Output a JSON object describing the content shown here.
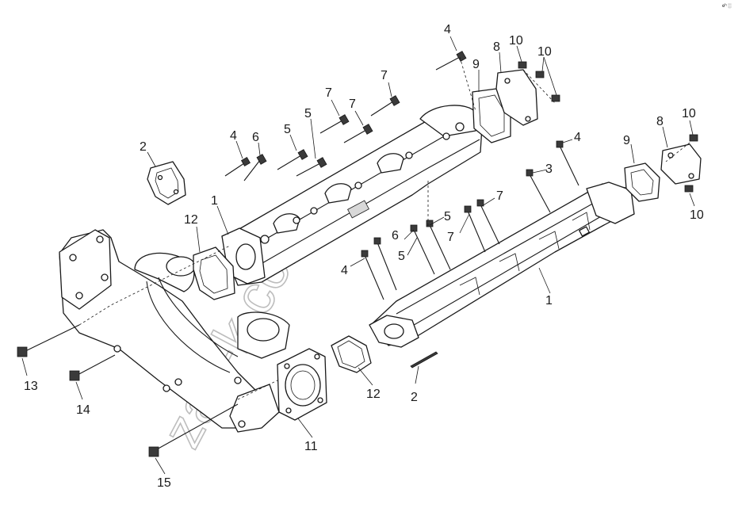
{
  "corner_mark": "eʰ ░",
  "watermark": "zap-k.com",
  "callouts": [
    {
      "id": "c-2a",
      "text": "2"
    },
    {
      "id": "c-1a",
      "text": "1"
    },
    {
      "id": "c-12a",
      "text": "12"
    },
    {
      "id": "c-4a",
      "text": "4"
    },
    {
      "id": "c-6a",
      "text": "6"
    },
    {
      "id": "c-5a",
      "text": "5"
    },
    {
      "id": "c-5b",
      "text": "5"
    },
    {
      "id": "c-7a",
      "text": "7"
    },
    {
      "id": "c-7b",
      "text": "7"
    },
    {
      "id": "c-7c",
      "text": "7"
    },
    {
      "id": "c-4b",
      "text": "4"
    },
    {
      "id": "c-9a",
      "text": "9"
    },
    {
      "id": "c-8a",
      "text": "8"
    },
    {
      "id": "c-10a",
      "text": "10"
    },
    {
      "id": "c-10b",
      "text": "10"
    },
    {
      "id": "c-4c",
      "text": "4"
    },
    {
      "id": "c-3",
      "text": "3"
    },
    {
      "id": "c-9b",
      "text": "9"
    },
    {
      "id": "c-8b",
      "text": "8"
    },
    {
      "id": "c-10c",
      "text": "10"
    },
    {
      "id": "c-10d",
      "text": "10"
    },
    {
      "id": "c-7d",
      "text": "7"
    },
    {
      "id": "c-7e",
      "text": "7"
    },
    {
      "id": "c-5c",
      "text": "5"
    },
    {
      "id": "c-6b",
      "text": "6"
    },
    {
      "id": "c-5d",
      "text": "5"
    },
    {
      "id": "c-4d",
      "text": "4"
    },
    {
      "id": "c-1b",
      "text": "1"
    },
    {
      "id": "c-12b",
      "text": "12"
    },
    {
      "id": "c-2b",
      "text": "2"
    },
    {
      "id": "c-11",
      "text": "11"
    },
    {
      "id": "c-13",
      "text": "13"
    },
    {
      "id": "c-14",
      "text": "14"
    },
    {
      "id": "c-15",
      "text": "15"
    }
  ]
}
